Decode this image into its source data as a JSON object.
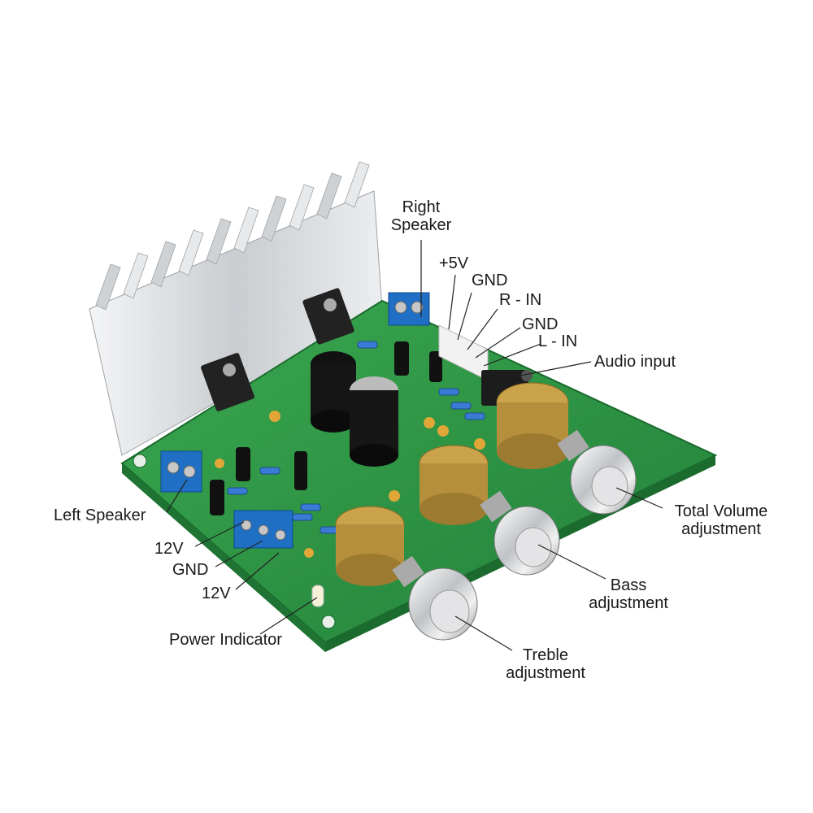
{
  "labels": {
    "right_speaker": [
      "Right",
      "Speaker"
    ],
    "plus5v": "+5V",
    "gnd_top": "GND",
    "r_in": "R - IN",
    "gnd_mid": "GND",
    "l_in": "L - IN",
    "audio_input": "Audio input",
    "left_speaker": "Left Speaker",
    "v12_top": "12V",
    "gnd_power": "GND",
    "v12_bottom": "12V",
    "power_indicator": "Power Indicator",
    "total_volume": [
      "Total Volume",
      "adjustment"
    ],
    "bass": [
      "Bass",
      "adjustment"
    ],
    "treble": [
      "Treble",
      "adjustment"
    ]
  },
  "colors": {
    "pcb": "#2f9a44",
    "pcb_dark": "#1f7a33",
    "heatsink": "#d6d8da",
    "terminal": "#1f6fc4",
    "knob": "#e8e8ea",
    "pot_body": "#c9a24a",
    "leader": "#222222"
  }
}
